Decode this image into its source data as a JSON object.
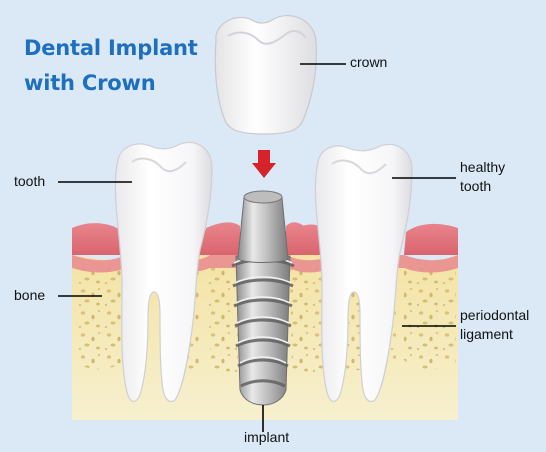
{
  "title": {
    "line1": "Dental Implant",
    "line2": "with Crown"
  },
  "labels": {
    "crown": "crown",
    "tooth": "tooth",
    "healthy_tooth_line1": "healthy",
    "healthy_tooth_line2": "tooth",
    "bone": "bone",
    "periodontal_line1": "periodontal",
    "periodontal_line2": "ligament",
    "implant": "implant"
  },
  "colors": {
    "background": "#dbe9f7",
    "title": "#1f6fbf",
    "gum": "#e3737c",
    "bone": "#f2e2a6",
    "tooth": "#ffffff",
    "implant": "#b9b9b9",
    "arrow": "#d6232b"
  },
  "icons": {
    "arrow": "down-arrow-icon"
  }
}
